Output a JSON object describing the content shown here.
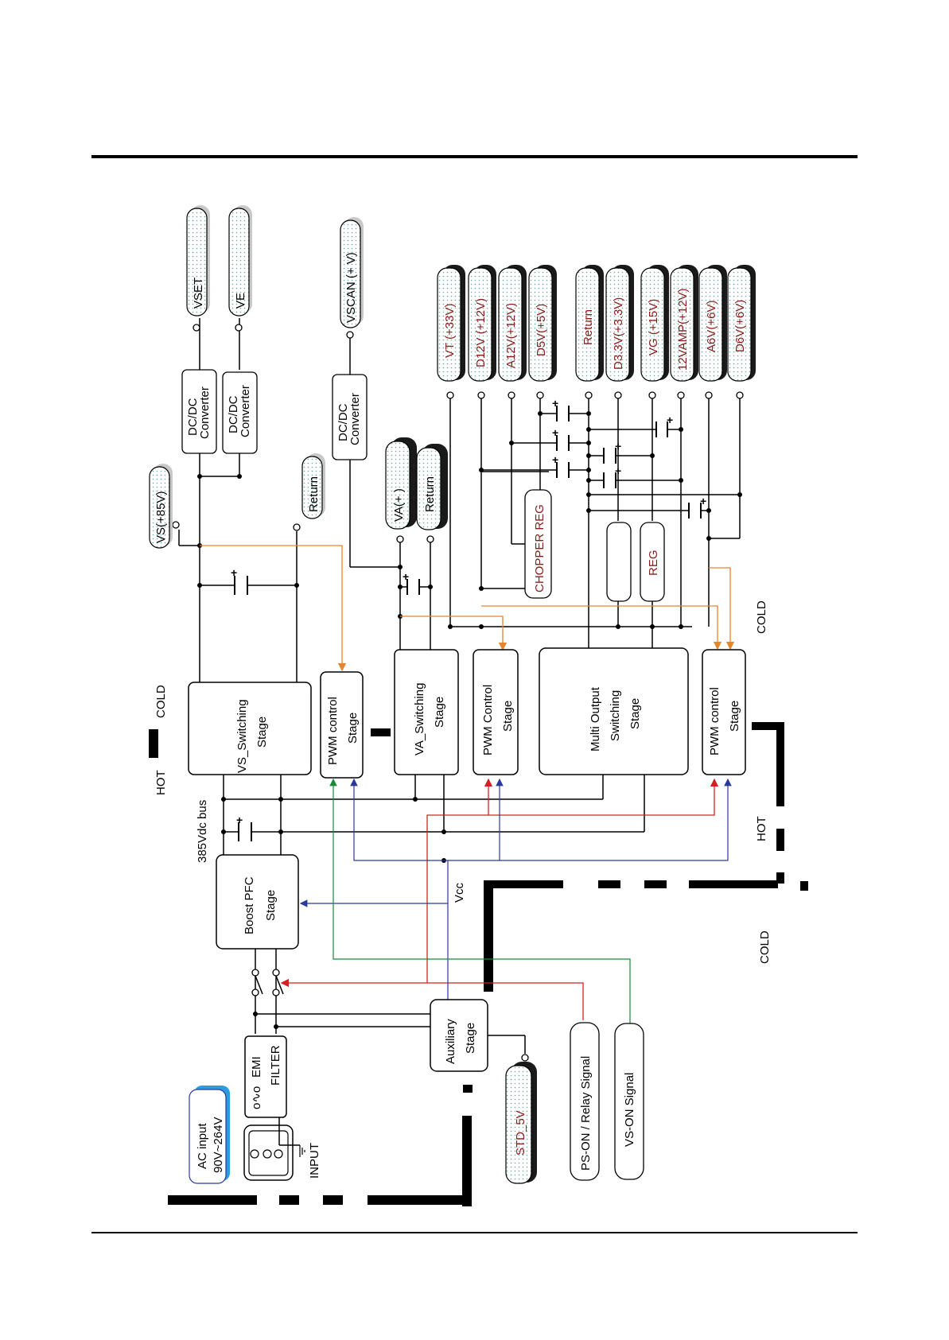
{
  "zones": {
    "cold_top": "COLD",
    "hot_left": "HOT",
    "cold_right": "COLD",
    "hot_right": "HOT",
    "cold_bottom": "COLD"
  },
  "bus_label": "385Vdc bus",
  "vcc_label": "Vcc",
  "input_label": "INPUT",
  "blocks": {
    "ac_input": [
      "AC  input",
      "90V~264V"
    ],
    "emi_filter": [
      "EMI",
      "FILTER"
    ],
    "boost_pfc": [
      "Boost  PFC",
      "Stage"
    ],
    "auxiliary": [
      "Auxiliary",
      "Stage"
    ],
    "vs_switching": [
      "VS_Switching",
      "Stage"
    ],
    "pwm_control_1": [
      "PWM  control",
      "Stage"
    ],
    "va_switching": [
      "VA_Switching",
      "Stage"
    ],
    "pwm_control_2": [
      "PWM  Control",
      "Stage"
    ],
    "multi_output": [
      "Multi  Output",
      "Switching",
      "Stage"
    ],
    "pwm_control_3": [
      "PWM  control",
      "Stage"
    ],
    "dcdc_1": [
      "DC/DC",
      "Converter"
    ],
    "dcdc_2": [
      "DC/DC",
      "Converter"
    ],
    "dcdc_3": [
      "DC/DC",
      "Converter"
    ],
    "chopper_reg": "CHOPPER REG",
    "reg": "REG"
  },
  "terminals": {
    "vset": "VSET",
    "ve": "VE",
    "vscan": "VSCAN  (+    V)",
    "vs85": "VS(+85V)",
    "return_vs": "Return",
    "va": "VA(+      )",
    "return_va": "Return",
    "std5v": "STD_5V",
    "ps_on": "PS-ON / Relay Signal",
    "vs_on": "VS-ON Signal"
  },
  "outputs": [
    "VT  (+33V)",
    "D12V  (+12V)",
    "A12V(+12V)",
    "D5V(+5V)",
    "Return",
    "D3.3V(+3.3V)",
    "VG  (+15V)",
    "12VAMP(+12V)",
    "A6V(+6V)",
    "D6V(+6V)"
  ],
  "colors": {
    "orange": "#e8842c",
    "red": "#d42020",
    "blue": "#2a3a9c",
    "green": "#1a8a3a",
    "dark_red_text": "#8a1c1c"
  }
}
